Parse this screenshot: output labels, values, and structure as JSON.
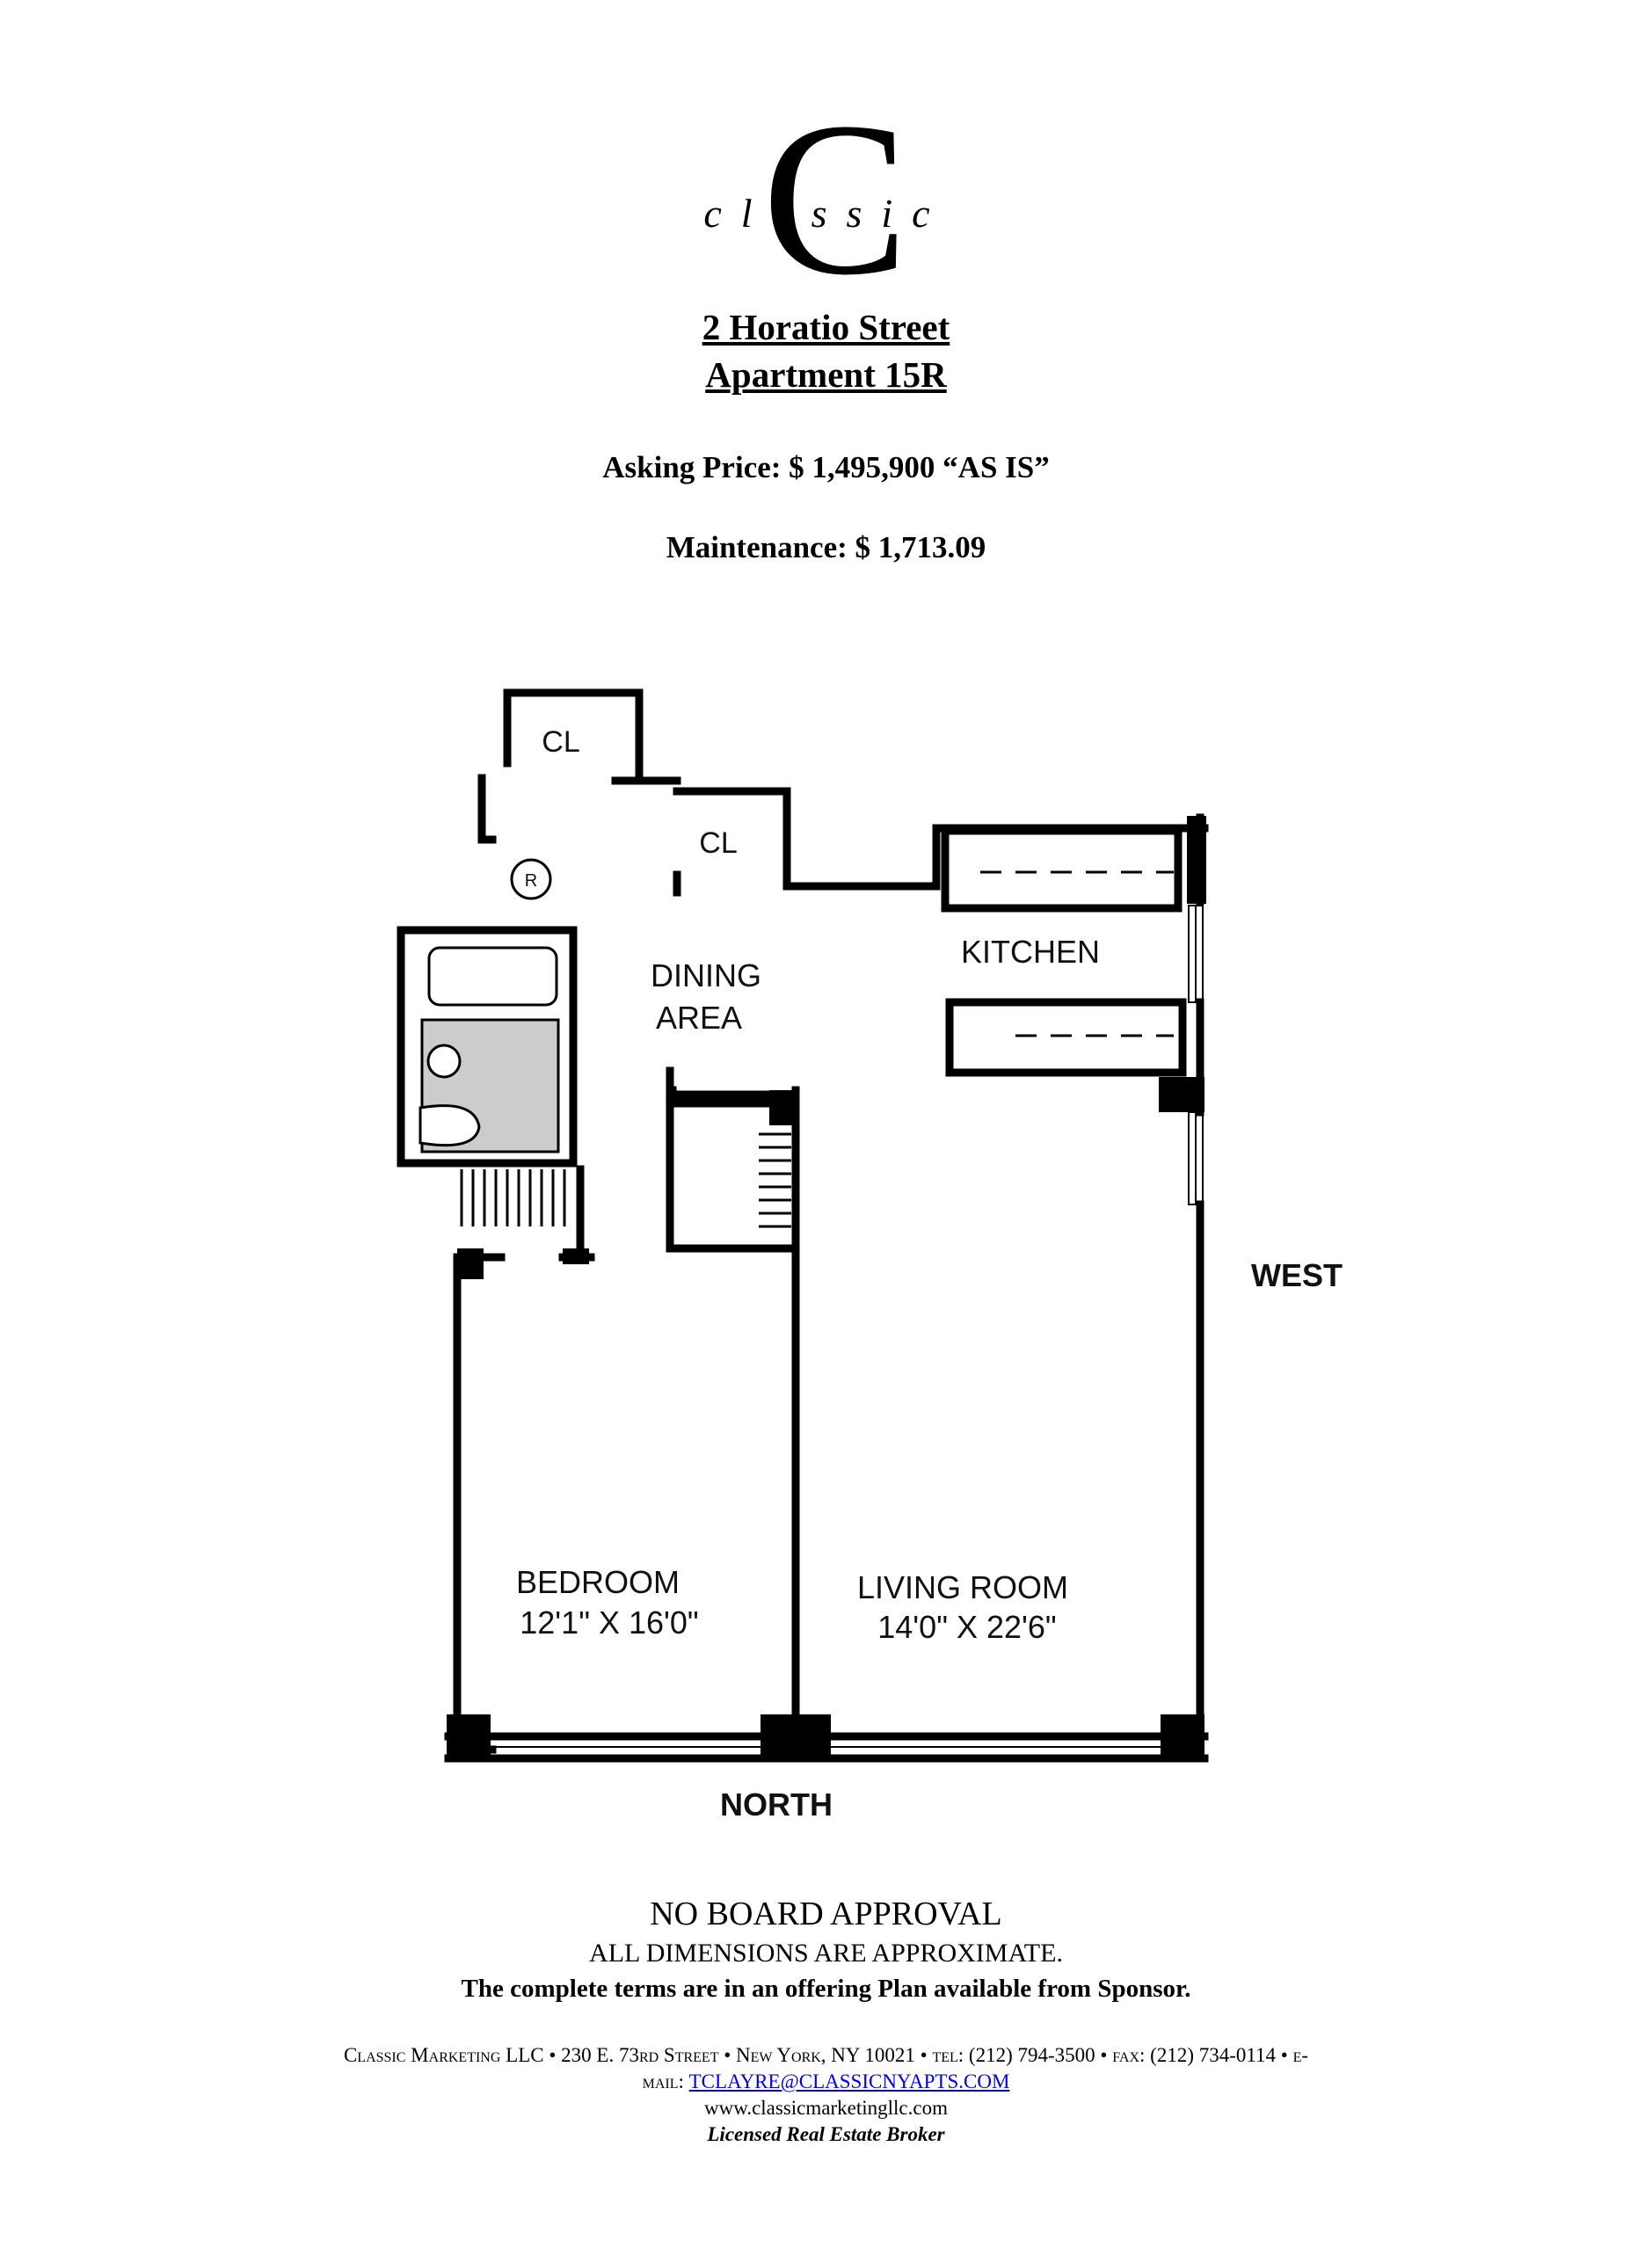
{
  "logo": {
    "monogram": "C",
    "word": "classic"
  },
  "header": {
    "address_line1": "2 Horatio Street",
    "address_line2": "Apartment 15R",
    "asking_price": "Asking Price:  $ 1,495,900 “AS IS”",
    "maintenance": "Maintenance: $ 1,713.09"
  },
  "floorplan": {
    "closet1": "CL",
    "closet2": "CL",
    "refrigerator": "R",
    "dining_line1": "DINING",
    "dining_line2": "AREA",
    "kitchen": "KITCHEN",
    "bedroom_name": "BEDROOM",
    "bedroom_dims": "12'1\" X 16'0\"",
    "living_name": "LIVING ROOM",
    "living_dims": "14'0\" X 22'6\"",
    "compass_west": "WEST",
    "compass_north": "NORTH"
  },
  "notices": {
    "board": "NO BOARD APPROVAL",
    "dimensions": "ALL DIMENSIONS ARE APPROXIMATE.",
    "terms": "The complete terms are in an offering Plan available from Sponsor."
  },
  "footer": {
    "line1": "Classic Marketing LLC  •  230 E. 73rd Street  •  New York, NY 10021  •  tel: (212) 794-3500  •  fax: (212) 734-0114  •  e-",
    "email_prefix": "mail: ",
    "email": "TCLAYRE@CLASSICNYAPTS.COM",
    "website": "www.classicmarketingllc.com",
    "license": "Licensed Real Estate Broker"
  }
}
